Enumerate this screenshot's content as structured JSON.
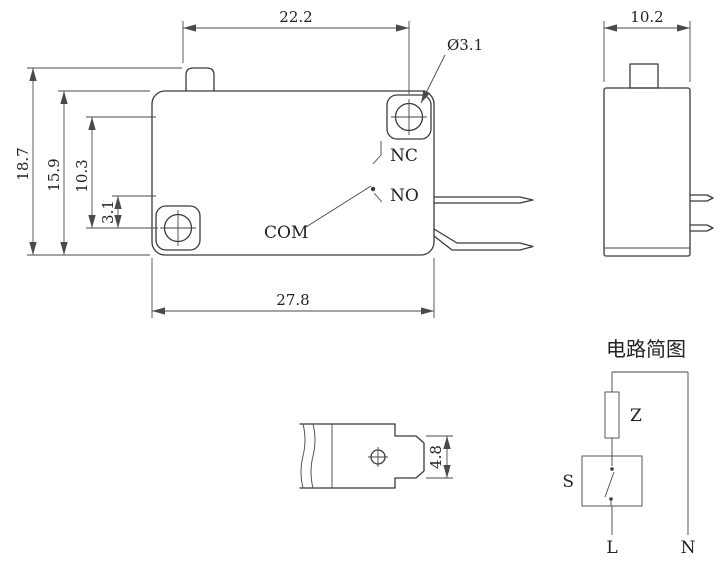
{
  "drawing": {
    "dims": {
      "top_width": "22.2",
      "side_width": "10.2",
      "hole_diameter": "Ø3.1",
      "overall_height": "18.7",
      "body_height": "15.9",
      "hole_pitch": "10.3",
      "hole_offset": "3.1",
      "body_width": "27.8",
      "terminal_width": "4.8"
    },
    "labels": {
      "nc": "NC",
      "no": "NO",
      "com": "COM"
    },
    "circuit": {
      "title": "电路简图",
      "load_label": "Z",
      "switch_label": "S",
      "line_label": "L",
      "neutral_label": "N"
    },
    "colors": {
      "line": "#3a3a3a",
      "background": "#ffffff"
    }
  }
}
